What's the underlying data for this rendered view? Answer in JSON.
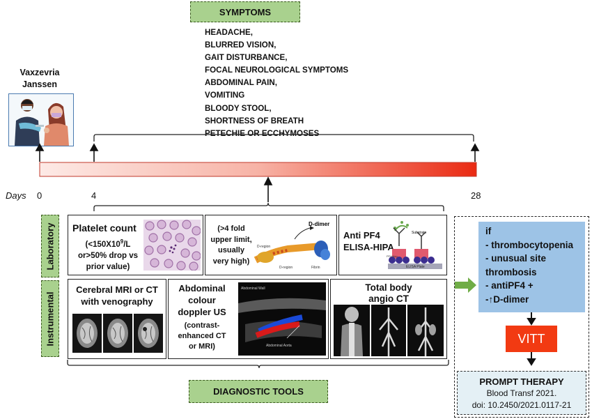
{
  "symptoms": {
    "header": "SYMPTOMS",
    "items": [
      "HEADACHE,",
      "BLURRED VISION,",
      "GAIT DISTURBANCE,",
      "FOCAL NEUROLOGICAL SYMPTOMS",
      "ABDOMINAL PAIN,",
      "VOMITING",
      "BLOODY STOOL,",
      "SHORTNESS OF BREATH",
      "PETECHIE OR ECCHYMOSES"
    ]
  },
  "vaccine": {
    "line1": "Vaxzevria",
    "line2": "Janssen"
  },
  "timeline": {
    "days_label": "Days",
    "ticks": [
      "0",
      "4",
      "28"
    ],
    "gradient_start": "#fbe2de",
    "gradient_end": "#ea2a12"
  },
  "rows": {
    "laboratory": "Laboratory",
    "instrumental": "Instrumental"
  },
  "lab": {
    "platelet": {
      "title": "Platelet count",
      "line1": "(<150X10",
      "sup": "9",
      "line1_end": "/L",
      "line2": "or>50% drop vs",
      "line3": "prior value)"
    },
    "ddimer": {
      "line1": "(>4 fold",
      "line2": "upper limit,",
      "line3": "usually",
      "line4": "very high)",
      "tag": "D-dimer",
      "region1": "D-region",
      "region2": "D-region",
      "fibrin": "Fibrin"
    },
    "pf4": {
      "line1": "Anti PF4",
      "line2": "ELISA-HIPA",
      "substrate": "Substrate",
      "plate": "ELISA Plate",
      "pf4_label": "PF4/Hep"
    }
  },
  "instr": {
    "mri": {
      "line1": "Cerebral MRI  or CT",
      "line2": "with venography"
    },
    "doppler": {
      "line1": "Abdominal",
      "line2": "colour",
      "line3": "doppler US",
      "line4": "(contrast-",
      "line5": "enhanced CT",
      "line6": "or MRI)",
      "us_top": "Abdominal Wall",
      "us_bottom": "Abdominal Aorta"
    },
    "angio": {
      "line1": "Total body",
      "line2": "angio CT"
    }
  },
  "diagnostic_tools": "DIAGNOSTIC TOOLS",
  "criteria": {
    "if": "if",
    "c1": "- thrombocytopenia",
    "c2": "- unusual site",
    "c2b": "thrombosis",
    "c3": "- antiPF4 +",
    "c4_prefix": "-",
    "c4_arrow": "↑",
    "c4": "D-dimer"
  },
  "vitt": "VITT",
  "therapy": {
    "title": "PROMPT THERAPY",
    "line1": "Blood Transf 2021.",
    "line2": "doi: 10.2450/2021.0117-21"
  },
  "colors": {
    "green": "#a9d18e",
    "blue": "#9dc3e6",
    "vitt_red": "#f23a12",
    "therapy_bg": "#e4f0f5",
    "arrow_green": "#70ad47"
  }
}
